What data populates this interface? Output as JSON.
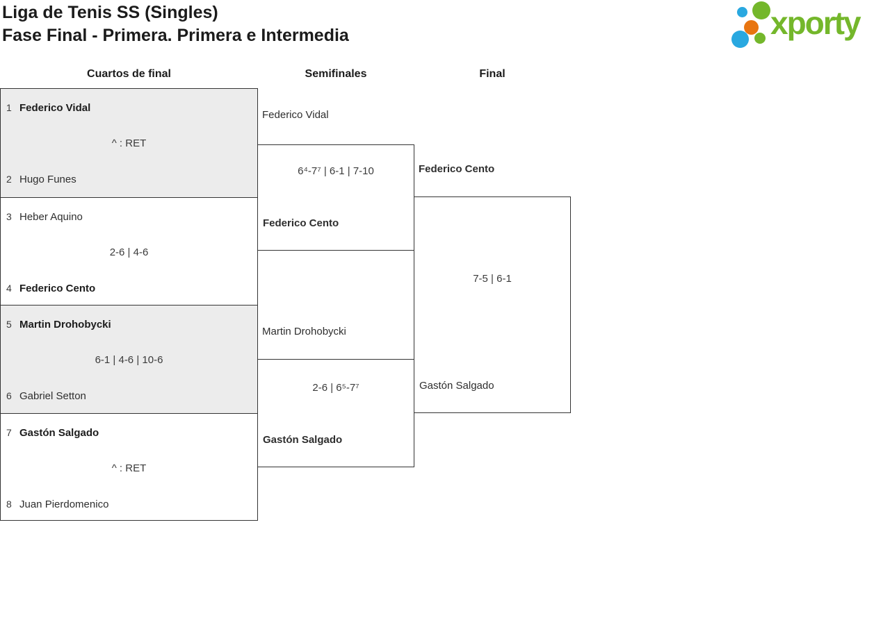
{
  "header": {
    "title_line1": "Liga de Tenis SS (Singles)",
    "title_line2": "Fase Final - Primera. Primera e Intermedia"
  },
  "logo": {
    "wordmark": "xporty",
    "brand_green": "#74b72b",
    "brand_blue": "#29a8e0",
    "brand_orange": "#e87511"
  },
  "rounds": {
    "quarterfinals": "Cuartos de final",
    "semifinals": "Semifinales",
    "final": "Final"
  },
  "bracket": {
    "quarterfinals": [
      {
        "seed1": "1",
        "player1": "Federico Vidal",
        "score": "^ : RET",
        "seed2": "2",
        "player2": "Hugo Funes",
        "winner": 1
      },
      {
        "seed1": "3",
        "player1": "Heber Aquino",
        "score": "2-6 | 4-6",
        "seed2": "4",
        "player2": "Federico Cento",
        "winner": 2
      },
      {
        "seed1": "5",
        "player1": "Martin Drohobycki",
        "score": "6-1 | 4-6 | 10-6",
        "seed2": "6",
        "player2": "Gabriel Setton",
        "winner": 1
      },
      {
        "seed1": "7",
        "player1": "Gastón Salgado",
        "score": "^ : RET",
        "seed2": "8",
        "player2": "Juan Pierdomenico",
        "winner": 1
      }
    ],
    "semifinals": [
      {
        "player1": "Federico Vidal",
        "score": "6⁴-7⁷ | 6-1 | 7-10",
        "player2": "Federico Cento",
        "winner": 2
      },
      {
        "player1": "Martin Drohobycki",
        "score": "2-6 | 6⁵-7⁷",
        "player2": "Gastón Salgado",
        "winner": 2
      }
    ],
    "final": {
      "player1": "Federico Cento",
      "score": "7-5 | 6-1",
      "player2": "Gastón Salgado",
      "winner": 1
    }
  }
}
